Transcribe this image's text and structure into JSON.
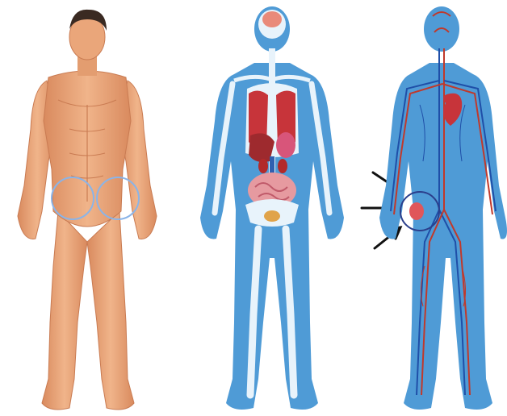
{
  "image": {
    "panels": [
      {
        "id": "skin",
        "name": "male-body-surface"
      },
      {
        "id": "organs",
        "name": "skeleton-and-organs"
      },
      {
        "id": "vessels",
        "name": "circulatory-system"
      }
    ],
    "highlights": {
      "skin_circles": 2,
      "vessels_circles": 1,
      "arrows": 3
    },
    "colors": {
      "skin": "#e9a276",
      "skin_shadow": "#c97b52",
      "hair": "#3a2a22",
      "body_blue": "#4f9bd6",
      "bone": "#e8f3fb",
      "organ_red": "#c7343a",
      "vein_blue": "#1f4fa8",
      "artery_red": "#c0392b",
      "circle_blue": "#8ab4e8",
      "circle_dark": "#2b3f8c",
      "arrow": "#111111"
    }
  }
}
